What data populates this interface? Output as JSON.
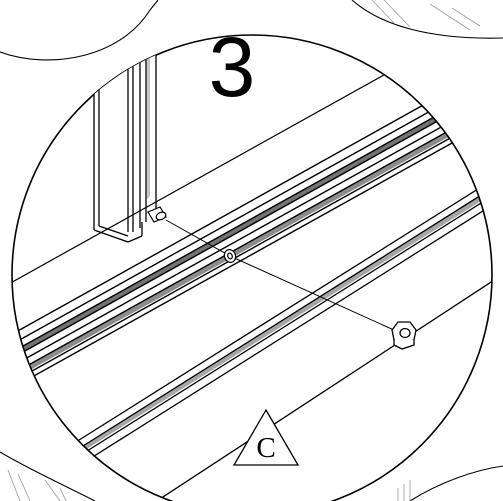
{
  "step": {
    "number": "3"
  },
  "part_callout": {
    "letter": "C",
    "shape": "triangle"
  },
  "parts": {
    "bolt": "bolt-icon",
    "washer": "washer-icon",
    "hex_nut": "hex-nut-icon"
  },
  "colors": {
    "line": "#000000",
    "background": "#ffffff",
    "rail_fill": "#ffffff",
    "faint_outline": "#9a9a9a",
    "edge_shading": "#555555"
  }
}
